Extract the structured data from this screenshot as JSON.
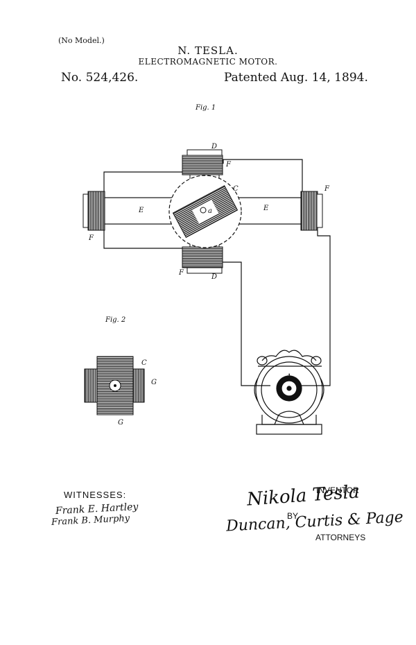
{
  "header": {
    "no_model": "(No Model.)",
    "inventor_name": "N. TESLA.",
    "title": "ELECTROMAGNETIC MOTOR.",
    "patent_number": "No. 524,426.",
    "patent_date": "Patented Aug. 14, 1894."
  },
  "figures": {
    "fig1_label": "Fig. 1",
    "fig2_label": "Fig. 2"
  },
  "labels": {
    "D": "D",
    "F": "F",
    "C": "C",
    "E": "E",
    "A": "A",
    "G": "G"
  },
  "footer": {
    "witnesses_label": "WITNESSES:",
    "witness_1": "Frank E. Hartley",
    "witness_2": "Frank B. Murphy",
    "inventor_label": "INVENTOR",
    "inventor_signature": "Nikola Tesla",
    "by_label": "BY",
    "attorney_signature": "Duncan, Curtis & Page",
    "attorneys_label": "ATTORNEYS"
  }
}
